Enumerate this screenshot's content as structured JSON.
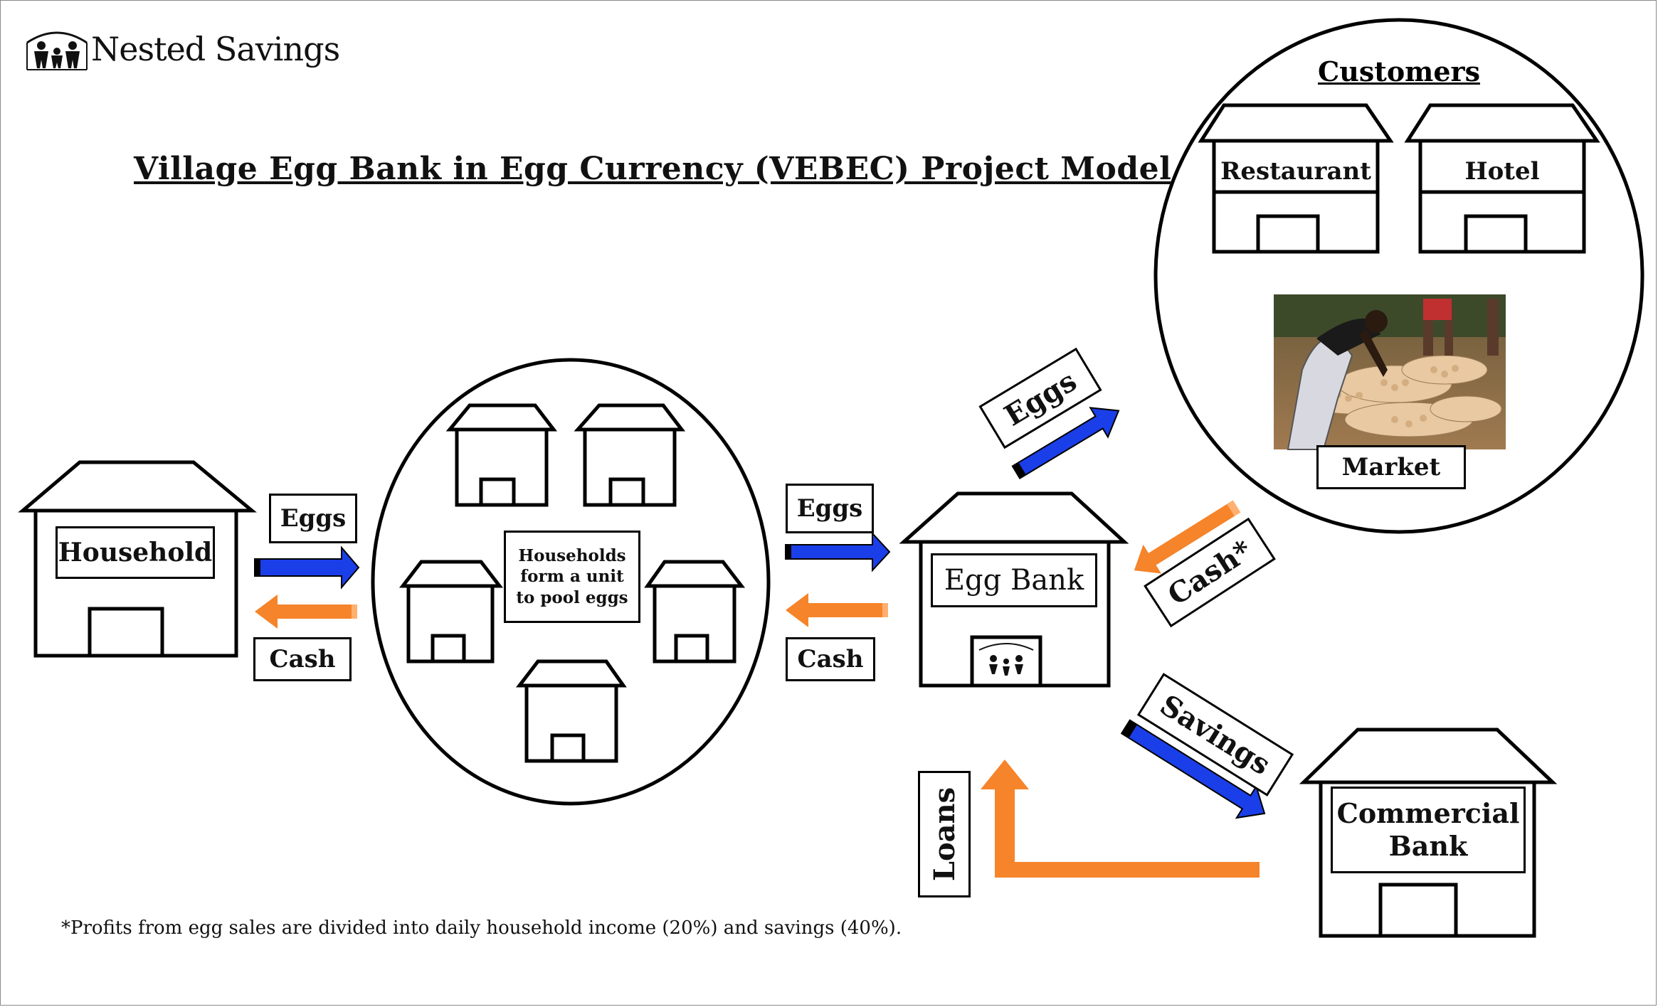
{
  "logo": {
    "text": "Nested Savings"
  },
  "title": "Village Egg Bank in Egg Currency (VEBEC) Project Model",
  "customers": {
    "title": "Customers",
    "restaurant": "Restaurant",
    "hotel": "Hotel",
    "market": "Market"
  },
  "household": {
    "label": "Household"
  },
  "pool": {
    "label": "Households form a unit to pool eggs"
  },
  "egg_bank": {
    "label": "Egg Bank"
  },
  "commercial_bank": {
    "label": "Commercial Bank"
  },
  "flows": {
    "eggs_1": "Eggs",
    "cash_1": "Cash",
    "eggs_2": "Eggs",
    "cash_2": "Cash",
    "eggs_3": "Eggs",
    "cash_3": "Cash*",
    "savings": "Savings",
    "loans": "Loans"
  },
  "colors": {
    "eggs_arrow": "#1a3fe8",
    "cash_arrow": "#f5842a"
  },
  "footnote": "*Profits from egg sales are divided into daily household income (20%) and savings (40%)."
}
